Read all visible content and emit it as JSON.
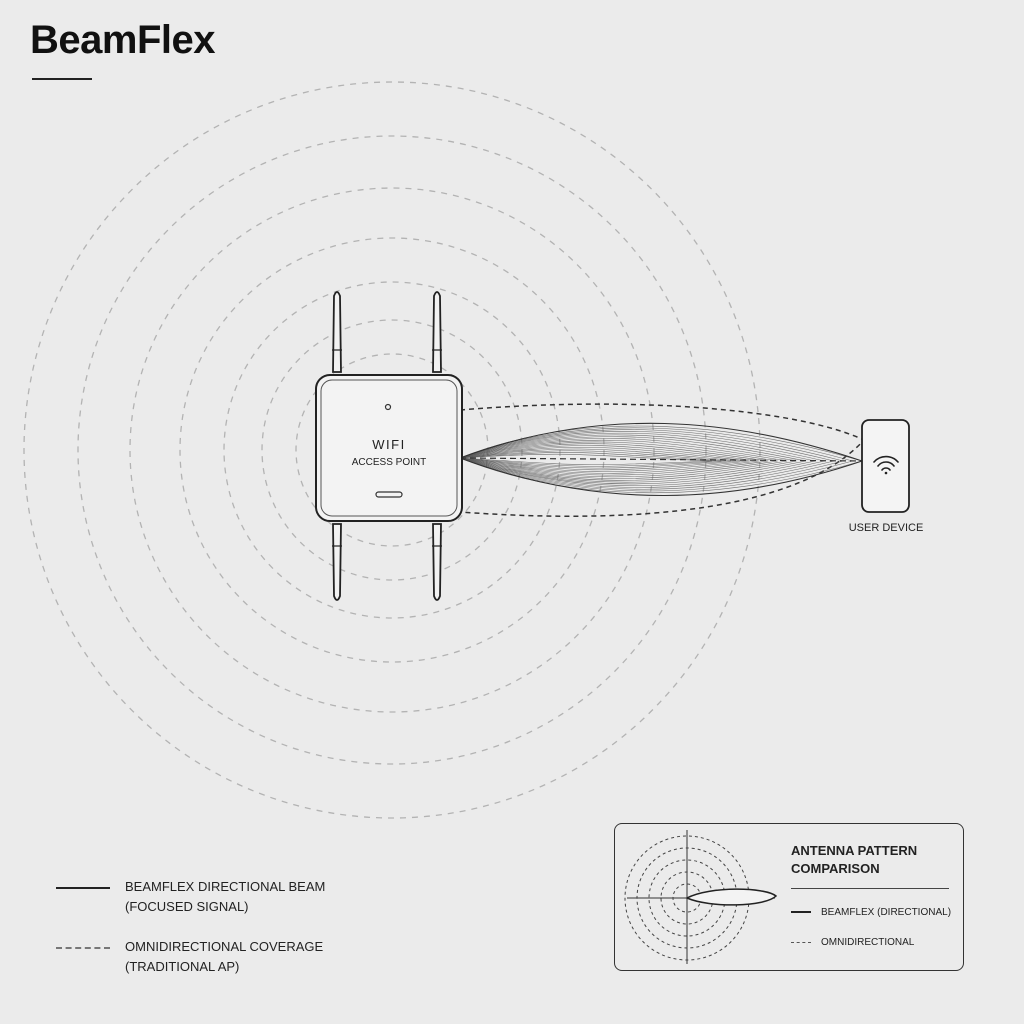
{
  "brand": {
    "title": "BeamFlex"
  },
  "access_point": {
    "line1": "WIFI",
    "line2": "ACCESS POINT"
  },
  "user_device": {
    "label": "USER DEVICE",
    "icon": "wifi-icon"
  },
  "legend": {
    "beam": {
      "line1": "BEAMFLEX DIRECTIONAL BEAM",
      "line2": "(FOCUSED SIGNAL)"
    },
    "omni": {
      "line1": "OMNIDIRECTIONAL COVERAGE",
      "line2": "(TRADITIONAL AP)"
    }
  },
  "inset": {
    "title_line1": "ANTENNA PATTERN",
    "title_line2": "COMPARISON",
    "beam_label": "BEAMFLEX (DIRECTIONAL)",
    "omni_label": "OMNIDIRECTIONAL"
  },
  "colors": {
    "background": "#ebebeb",
    "ink": "#222222",
    "dashed": "#b0b0b0",
    "device_fill": "#f4f4f4"
  }
}
